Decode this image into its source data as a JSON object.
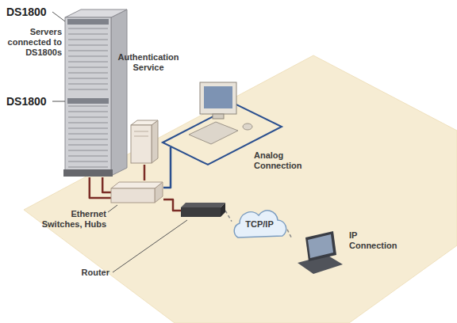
{
  "diagram": {
    "nodes": [
      {
        "text": [
          "DS1800",
          "Servers connected to DS1800s",
          "DS1800"
        ]
      },
      {
        "text": [
          "Authentication Service"
        ]
      },
      {
        "text": [
          "Analog Connection"
        ]
      },
      {
        "text": [
          "Ethernet Switches, Hubs"
        ]
      },
      {
        "text": [
          "Router"
        ]
      },
      {
        "text": [
          "TCP/IP"
        ]
      },
      {
        "text": [
          "IP Connection"
        ]
      }
    ],
    "edges": [
      {
        "from": 0,
        "to": 3,
        "arrow": "none"
      },
      {
        "from": 0,
        "to": 3,
        "arrow": "none"
      },
      {
        "from": 1,
        "to": 3,
        "arrow": "none"
      },
      {
        "from": 3,
        "to": 2,
        "arrow": "none"
      },
      {
        "from": 3,
        "to": 4,
        "arrow": "none"
      },
      {
        "from": 4,
        "to": 5,
        "arrow": "none"
      },
      {
        "from": 5,
        "to": 6,
        "arrow": "none"
      }
    ]
  }
}
